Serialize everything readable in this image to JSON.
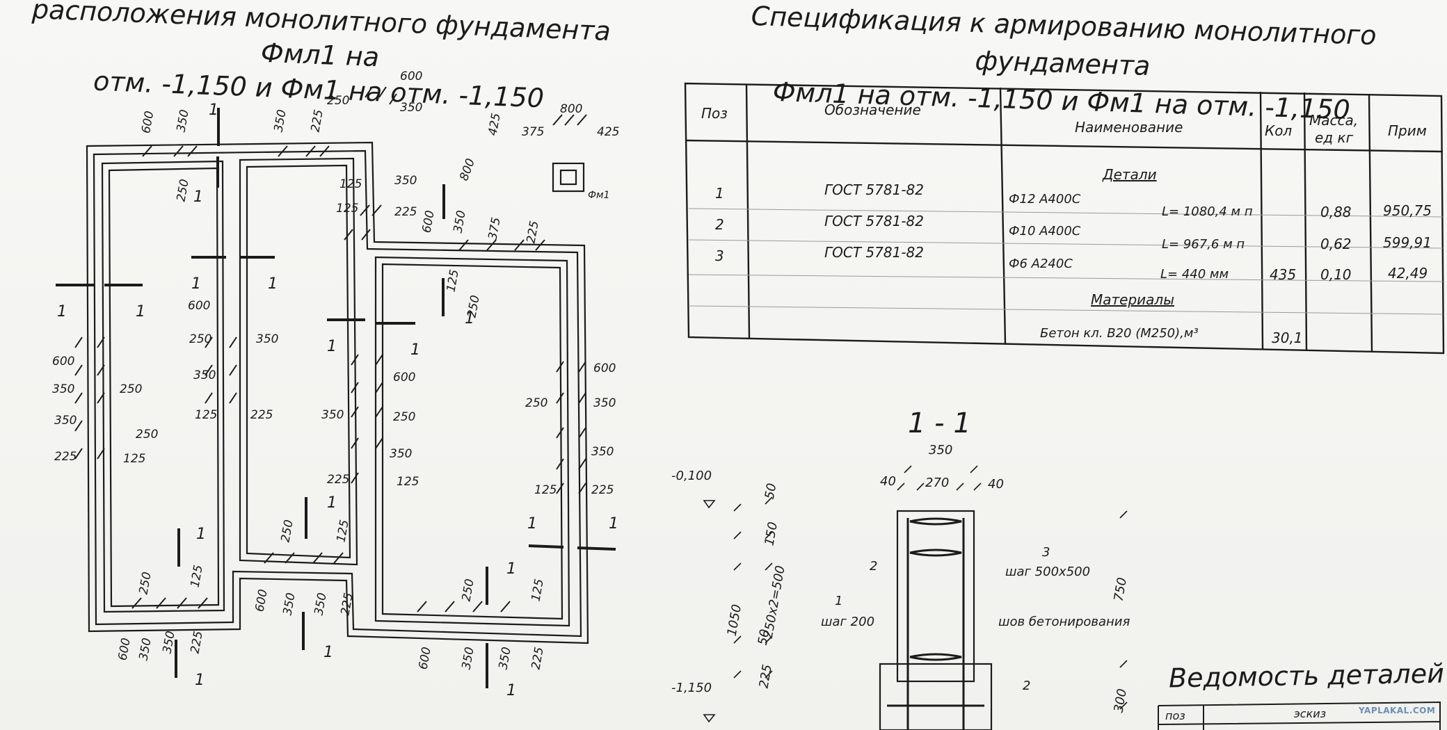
{
  "left_title": {
    "line1": "расположения монолитного фундамента Фмл1 на",
    "line2": "отм. -1,150 и Фм1 на отм. -1,150"
  },
  "right_title": {
    "line1": "Спецификация к армированию монолитного фундамента",
    "line2": "Фмл1 на отм. -1,150 и Фм1 на отм. -1,150"
  },
  "plan": {
    "fm1_label": "Фм1",
    "marker": "1",
    "dimensions": {
      "top_a": "600",
      "top_b": "350",
      "top_c": "350",
      "top_d": "225",
      "top_e": "250",
      "top_f": "350",
      "top_g": "600",
      "top_h": "375",
      "top_i": "800",
      "top_j": "425",
      "top_k": "800",
      "top_l": "425",
      "left_a": "250",
      "mid_a": "125",
      "mid_b": "350",
      "mid_c": "225",
      "mid_d": "600",
      "mid_e": "350",
      "mid_f": "375",
      "mid_g": "225",
      "l600": "600",
      "l350a": "350",
      "l350b": "350",
      "l225": "225",
      "i250a": "250",
      "i125a": "125",
      "c600": "600",
      "c250": "250",
      "c350": "350",
      "c125": "125",
      "c250b": "250",
      "c350b": "350",
      "c225": "225",
      "d350": "350",
      "d600": "600",
      "d250": "250",
      "d350b": "350",
      "d225": "225",
      "d125": "125",
      "e250": "250",
      "e125": "125",
      "e125b": "125",
      "r600": "600",
      "r350": "350",
      "r350b": "350",
      "r225": "225",
      "r250": "250",
      "r125": "125",
      "b250": "250",
      "b125": "125",
      "b250b": "250",
      "b125b": "125",
      "bot600": "600",
      "bot350": "350",
      "bot350b": "350",
      "bot225": "225",
      "bot600b": "600",
      "bot350c": "350",
      "bot350d": "350",
      "bot225b": "225",
      "bot600c": "600",
      "bot350e": "350",
      "bot350f": "350",
      "bot225c": "225",
      "f125": "125",
      "f250": "250"
    }
  },
  "spec_table": {
    "headers": {
      "pos": "Поз",
      "designation": "Обозначение",
      "name": "Наименование",
      "qty": "Кол",
      "mass_line1": "Масса,",
      "mass_line2": "ед кг",
      "note": "Прим"
    },
    "section_details": "Детали",
    "section_materials": "Материалы",
    "rows": [
      {
        "pos": "1",
        "designation": "ГОСТ 5781-82",
        "name": "Ф12 А400С",
        "length": "L= 1080,4 м п",
        "qty": "",
        "mass": "0,88",
        "note": "950,75"
      },
      {
        "pos": "2",
        "designation": "ГОСТ 5781-82",
        "name": "Ф10 А400С",
        "length": "L= 967,6 м п",
        "qty": "",
        "mass": "0,62",
        "note": "599,91"
      },
      {
        "pos": "3",
        "designation": "ГОСТ 5781-82",
        "name": "Ф6 А240С",
        "length": "L= 440 мм",
        "qty": "435",
        "mass": "0,10",
        "note": "42,49"
      }
    ],
    "material": {
      "name": "Бетон кл. В20 (М250),м³",
      "qty": "30,1"
    }
  },
  "section": {
    "title": "1 - 1",
    "level_top": "-0,100",
    "level_bottom": "-1,150",
    "dim_350": "350",
    "dim_40a": "40",
    "dim_270": "270",
    "dim_40b": "40",
    "dim_50a": "50",
    "dim_150": "150",
    "dim_250x2": "250х2=500",
    "dim_50b": "50",
    "dim_1050": "1050",
    "dim_225": "225",
    "dim_750": "750",
    "dim_300": "300",
    "label_1": "1",
    "label_2a": "2",
    "label_2b": "2",
    "label_3": "3",
    "step_200": "шаг 200",
    "step_500": "шаг 500х500",
    "joint": "шов бетонирования"
  },
  "vedomost": {
    "title": "Ведомость деталей",
    "col_pos": "поз",
    "col_sketch": "эскиз"
  },
  "watermark": "YAPLAKAL.COM"
}
